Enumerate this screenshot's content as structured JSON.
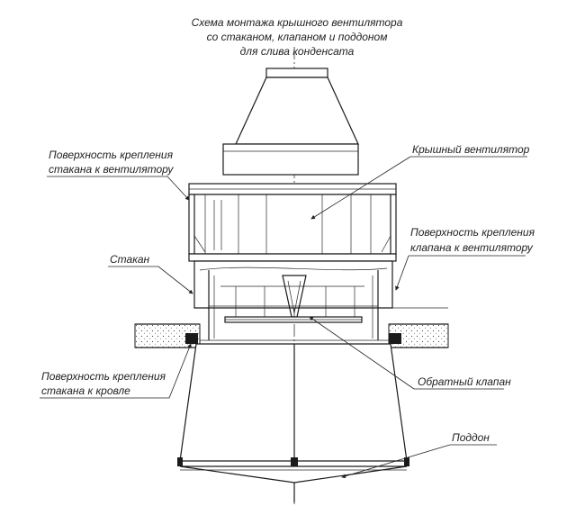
{
  "title": {
    "line1": "Схема монтажа крышного вентилятора",
    "line2": "со стаканом, клапаном и поддоном",
    "line3": "для слива конденсата"
  },
  "labels": {
    "surface_glass_fan_1": "Поверхность крепления",
    "surface_glass_fan_2": "стакана к вентилятору",
    "roof_fan": "Крышный вентилятор",
    "surface_valve_fan_1": "Поверхность крепления",
    "surface_valve_fan_2": "клапана к вентилятору",
    "glass": "Стакан",
    "surface_glass_roof_1": "Поверхность крепления",
    "surface_glass_roof_2": "стакана к кровле",
    "check_valve": "Обратный клапан",
    "tray": "Поддон"
  }
}
